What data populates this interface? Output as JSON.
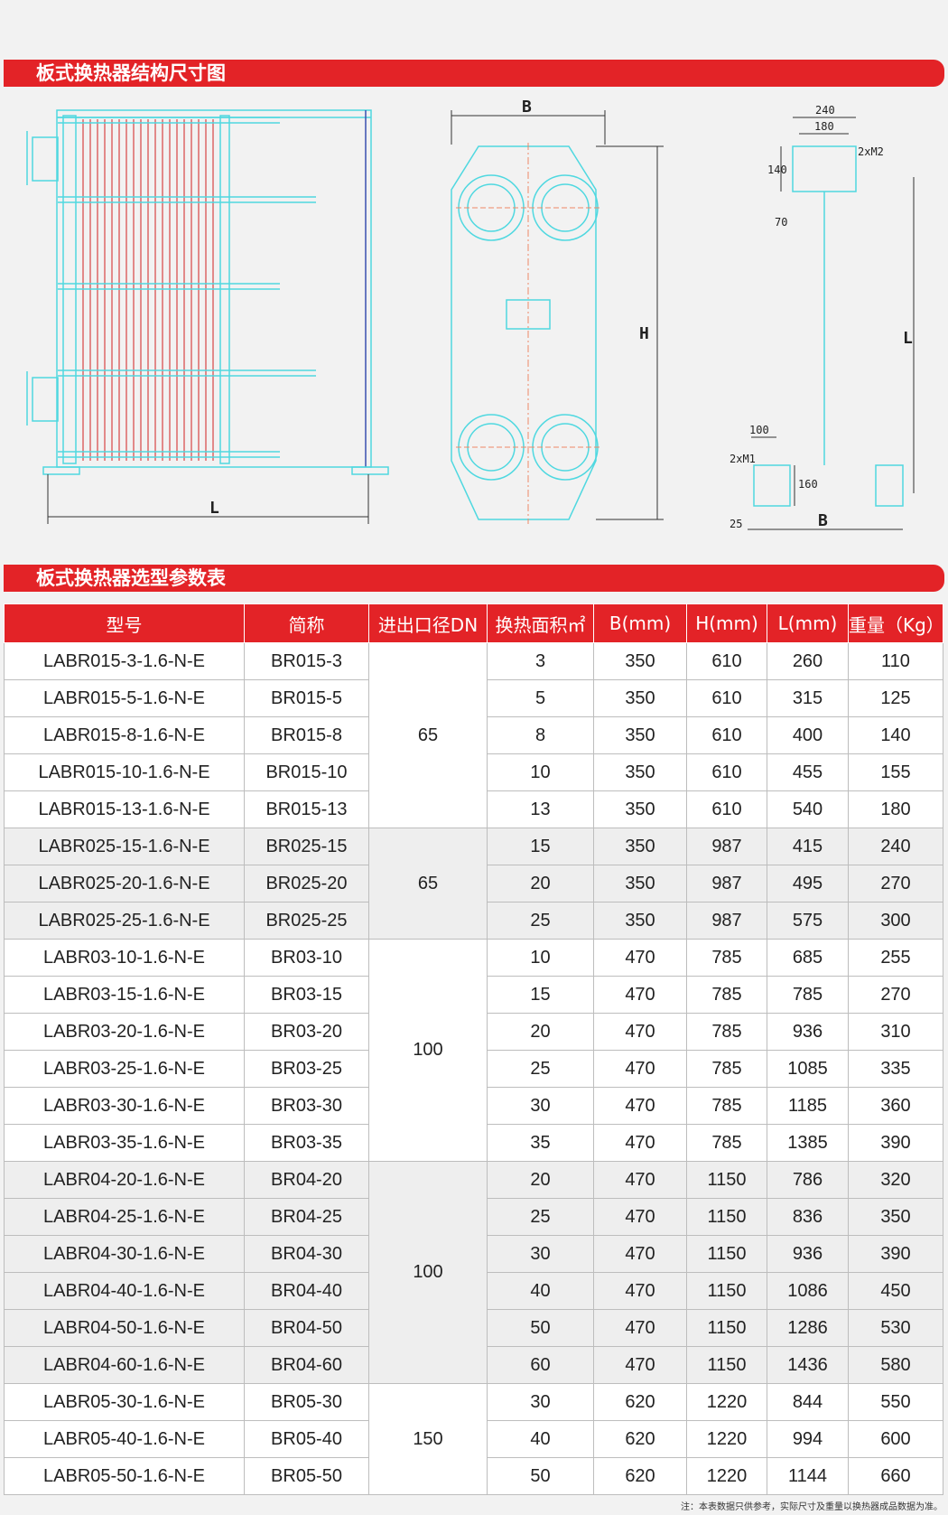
{
  "section1": {
    "title": "板式换热器结构尺寸图"
  },
  "section2": {
    "title": "板式换热器选型参数表"
  },
  "drawing_labels": {
    "side_L": "L",
    "front_B": "B",
    "front_H": "H",
    "detail_240": "240",
    "detail_180": "180",
    "detail_2xM2": "2xM2",
    "detail_140": "140",
    "detail_70": "70",
    "detail_L": "L",
    "detail_100": "100",
    "detail_2xM1": "2xM1",
    "detail_160": "160",
    "detail_25": "25",
    "detail_B": "B"
  },
  "table": {
    "headers": [
      "型号",
      "简称",
      "进出口径DN",
      "换热面积㎡",
      "B(mm)",
      "H(mm)",
      "L(mm)",
      "重量（Kg）"
    ],
    "groups": [
      {
        "dn": "65",
        "rows": [
          [
            "LABR015-3-1.6-N-E",
            "BR015-3",
            "3",
            "350",
            "610",
            "260",
            "110"
          ],
          [
            "LABR015-5-1.6-N-E",
            "BR015-5",
            "5",
            "350",
            "610",
            "315",
            "125"
          ],
          [
            "LABR015-8-1.6-N-E",
            "BR015-8",
            "8",
            "350",
            "610",
            "400",
            "140"
          ],
          [
            "LABR015-10-1.6-N-E",
            "BR015-10",
            "10",
            "350",
            "610",
            "455",
            "155"
          ],
          [
            "LABR015-13-1.6-N-E",
            "BR015-13",
            "13",
            "350",
            "610",
            "540",
            "180"
          ]
        ]
      },
      {
        "dn": "65",
        "rows": [
          [
            "LABR025-15-1.6-N-E",
            "BR025-15",
            "15",
            "350",
            "987",
            "415",
            "240"
          ],
          [
            "LABR025-20-1.6-N-E",
            "BR025-20",
            "20",
            "350",
            "987",
            "495",
            "270"
          ],
          [
            "LABR025-25-1.6-N-E",
            "BR025-25",
            "25",
            "350",
            "987",
            "575",
            "300"
          ]
        ]
      },
      {
        "dn": "100",
        "rows": [
          [
            "LABR03-10-1.6-N-E",
            "BR03-10",
            "10",
            "470",
            "785",
            "685",
            "255"
          ],
          [
            "LABR03-15-1.6-N-E",
            "BR03-15",
            "15",
            "470",
            "785",
            "785",
            "270"
          ],
          [
            "LABR03-20-1.6-N-E",
            "BR03-20",
            "20",
            "470",
            "785",
            "936",
            "310"
          ],
          [
            "LABR03-25-1.6-N-E",
            "BR03-25",
            "25",
            "470",
            "785",
            "1085",
            "335"
          ],
          [
            "LABR03-30-1.6-N-E",
            "BR03-30",
            "30",
            "470",
            "785",
            "1185",
            "360"
          ],
          [
            "LABR03-35-1.6-N-E",
            "BR03-35",
            "35",
            "470",
            "785",
            "1385",
            "390"
          ]
        ]
      },
      {
        "dn": "100",
        "rows": [
          [
            "LABR04-20-1.6-N-E",
            "BR04-20",
            "20",
            "470",
            "1150",
            "786",
            "320"
          ],
          [
            "LABR04-25-1.6-N-E",
            "BR04-25",
            "25",
            "470",
            "1150",
            "836",
            "350"
          ],
          [
            "LABR04-30-1.6-N-E",
            "BR04-30",
            "30",
            "470",
            "1150",
            "936",
            "390"
          ],
          [
            "LABR04-40-1.6-N-E",
            "BR04-40",
            "40",
            "470",
            "1150",
            "1086",
            "450"
          ],
          [
            "LABR04-50-1.6-N-E",
            "BR04-50",
            "50",
            "470",
            "1150",
            "1286",
            "530"
          ],
          [
            "LABR04-60-1.6-N-E",
            "BR04-60",
            "60",
            "470",
            "1150",
            "1436",
            "580"
          ]
        ]
      },
      {
        "dn": "150",
        "rows": [
          [
            "LABR05-30-1.6-N-E",
            "BR05-30",
            "30",
            "620",
            "1220",
            "844",
            "550"
          ],
          [
            "LABR05-40-1.6-N-E",
            "BR05-40",
            "40",
            "620",
            "1220",
            "994",
            "600"
          ],
          [
            "LABR05-50-1.6-N-E",
            "BR05-50",
            "50",
            "620",
            "1220",
            "1144",
            "660"
          ]
        ]
      }
    ]
  },
  "note": "注：本表数据只供参考，实际尺寸及重量以换热器成品数据为准。"
}
